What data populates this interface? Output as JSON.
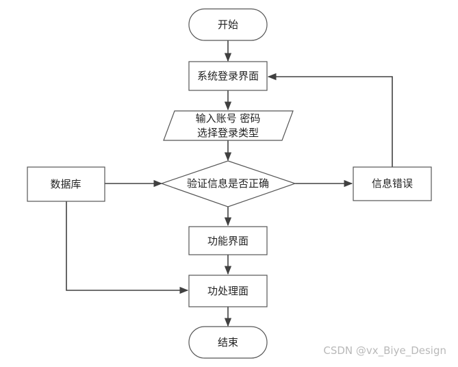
{
  "flowchart": {
    "start": "开始",
    "login_screen": "系统登录界面",
    "input_line1": "输入账号 密码",
    "input_line2": "选择登录类型",
    "database": "数据库",
    "decision": "验证信息是否正确",
    "error": "信息错误",
    "function_screen": "功能界面",
    "process_screen": "功处理面",
    "end": "结束"
  },
  "watermark": "CSDN @vx_Biye_Design",
  "colors": {
    "line": "#404040",
    "shape_stroke": "#555555",
    "shape_fill": "#ffffff"
  }
}
